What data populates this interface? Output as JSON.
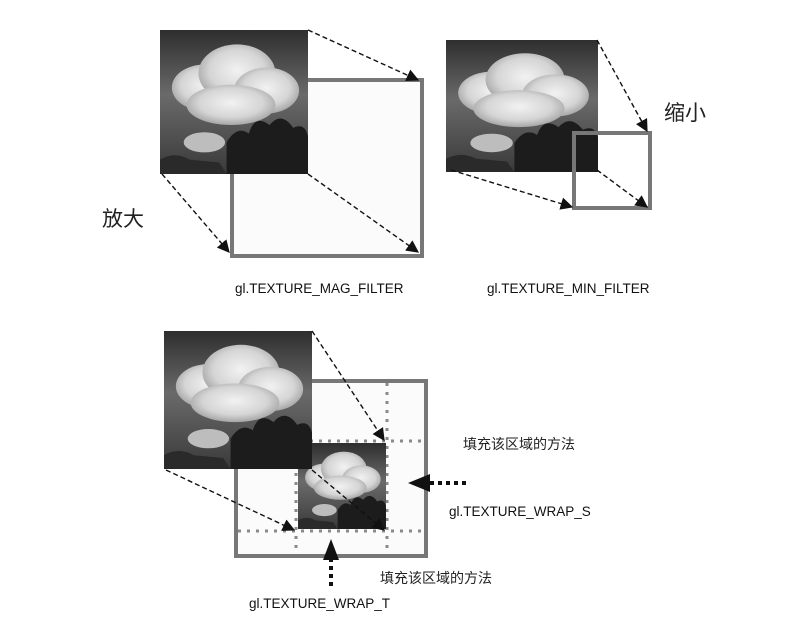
{
  "colors": {
    "frame": "#777777",
    "dotted": "#8a8a8a",
    "arrow": "#111111",
    "text": "#111111",
    "sky_top": "#2a2a2a",
    "sky_mid": "#6f6f6f",
    "cloud": "#e6e6e6",
    "tree": "#1e1e1e"
  },
  "labels": {
    "magnify": "放大",
    "minify": "缩小",
    "mag_filter": "gl.TEXTURE_MAG_FILTER",
    "min_filter": "gl.TEXTURE_MIN_FILTER",
    "fill_region_s": "填充该区域的方法",
    "wrap_s": "gl.TEXTURE_WRAP_S",
    "fill_region_t": "填充该区域的方法",
    "wrap_t": "gl.TEXTURE_WRAP_T"
  },
  "images": {
    "photo_subject": "cloud-photo"
  }
}
